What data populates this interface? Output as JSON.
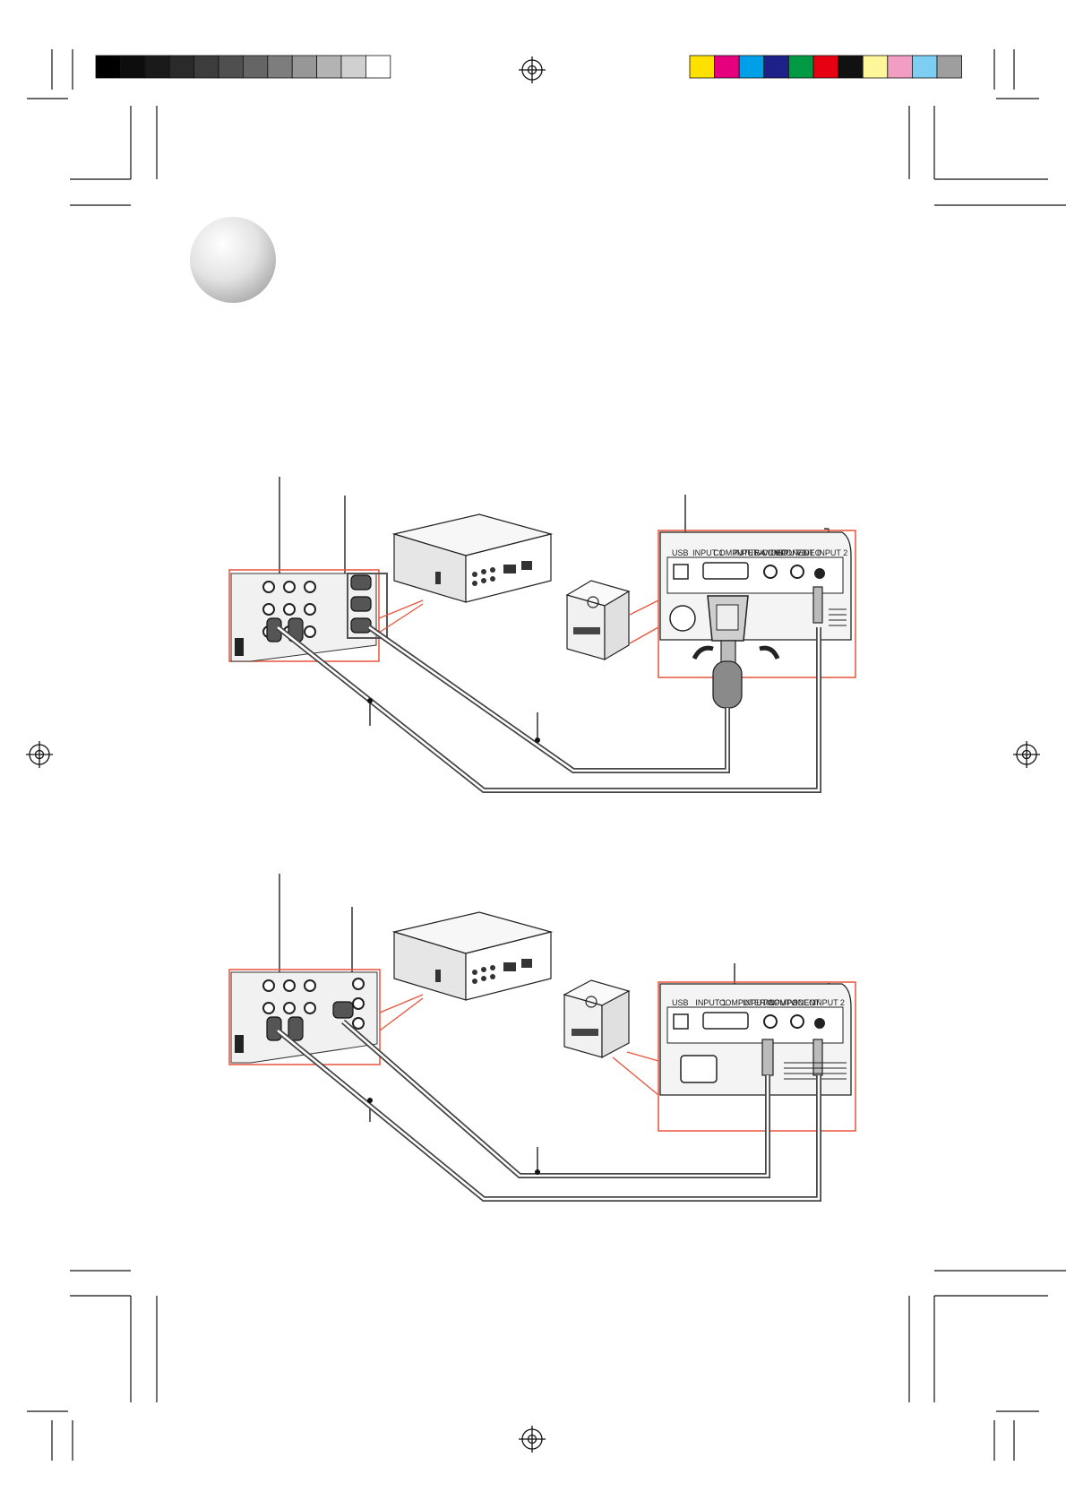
{
  "page": {
    "background": "#ffffff",
    "accent_box_color": "#e8543a",
    "ink_color": "#111111",
    "cable_color": "#555555"
  },
  "registration_bar_left": {
    "swatches": [
      "#000000",
      "#0d0d0d",
      "#1a1a1a",
      "#2a2a2a",
      "#3c3c3c",
      "#4f4f4f",
      "#656565",
      "#7d7d7d",
      "#979797",
      "#b3b3b3",
      "#d0d0d0",
      "#ffffff"
    ]
  },
  "registration_bar_right": {
    "swatches": [
      "#ffe100",
      "#e6007e",
      "#00a0e9",
      "#1d2088",
      "#009944",
      "#e60012",
      "#111111",
      "#fff799",
      "#f19ec2",
      "#7ecef4",
      "#9e9e9e"
    ]
  },
  "section_badge": {
    "icon": "circle-badge-icon"
  },
  "diagrams": [
    {
      "id": "top",
      "source_device": "av-equipment",
      "projector_panel_labels": [
        "USB",
        "INPUT 1",
        "COMPUTER/COMPONENT",
        "INPUT 4",
        "S-VIDEO",
        "INPUT 3",
        "VIDEO",
        "INPUT 2"
      ]
    },
    {
      "id": "bottom",
      "source_device": "av-equipment",
      "projector_panel_labels": [
        "USB",
        "INPUT 1",
        "COMPUTER/COMPONENT",
        "INPUT 4",
        "INPUT 3",
        "VIDEO",
        "INPUT 2"
      ]
    }
  ]
}
